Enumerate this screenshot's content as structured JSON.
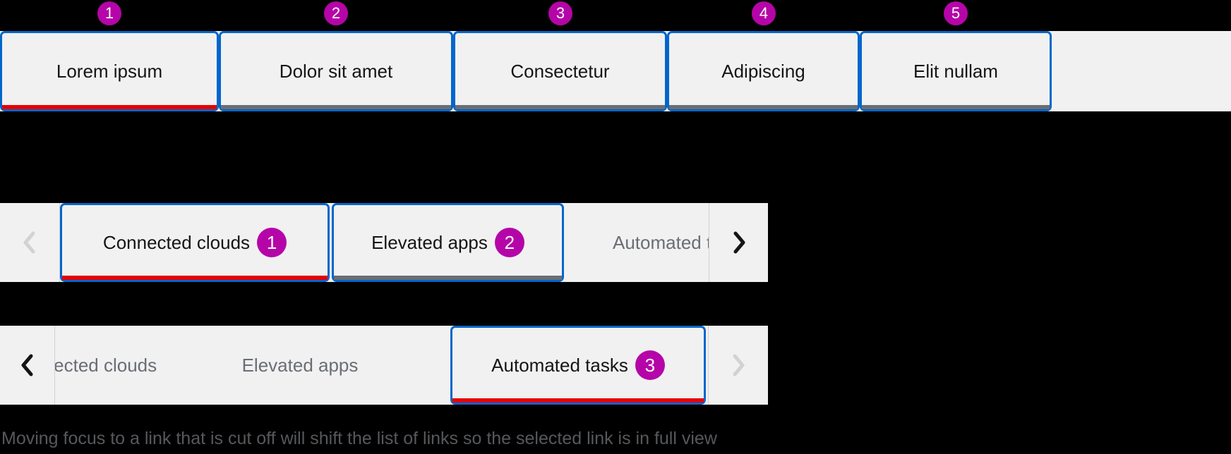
{
  "colors": {
    "canvas-bg": "#000000",
    "bar-bg": "#f1f1f2",
    "focus-blue": "#0066cc",
    "selected-red": "#e60000",
    "unselected-underline": "#6a6e73",
    "text-dark": "#151515",
    "text-gray": "#6a6e73",
    "badge-magenta": "#b505a8",
    "chevron-disabled": "#d2d2d2",
    "divider": "#d2d2d2",
    "caption-gray": "#56585c"
  },
  "annotations": {
    "badges": [
      "1",
      "2",
      "3",
      "4",
      "5"
    ]
  },
  "static_example": {
    "tabs": [
      {
        "label": "Lorem ipsum",
        "selected": true
      },
      {
        "label": "Dolor sit amet"
      },
      {
        "label": "Consectetur"
      },
      {
        "label": "Adipiscing"
      },
      {
        "label": "Elit nullam"
      }
    ]
  },
  "scroll_example_start": {
    "left_chevron": {
      "icon": "chevron-left-icon",
      "disabled": true
    },
    "right_chevron": {
      "icon": "chevron-right-icon",
      "disabled": false
    },
    "tabs": [
      {
        "label": "Connected clouds",
        "badge": "1",
        "selected": true,
        "focused": true
      },
      {
        "label": "Elevated apps",
        "badge": "2",
        "focused": true
      },
      {
        "label": "Automated tasks",
        "clipped": true
      }
    ]
  },
  "scroll_example_end": {
    "left_chevron": {
      "icon": "chevron-left-icon",
      "disabled": false
    },
    "right_chevron": {
      "icon": "chevron-right-icon",
      "disabled": true
    },
    "tabs": [
      {
        "label": "Connected clouds",
        "clipped": true
      },
      {
        "label": "Elevated apps"
      },
      {
        "label": "Automated tasks",
        "badge": "3",
        "selected": true,
        "focused": true
      }
    ]
  },
  "caption": "Moving focus to a link that is cut off will shift the list of links so the selected link is in full view"
}
